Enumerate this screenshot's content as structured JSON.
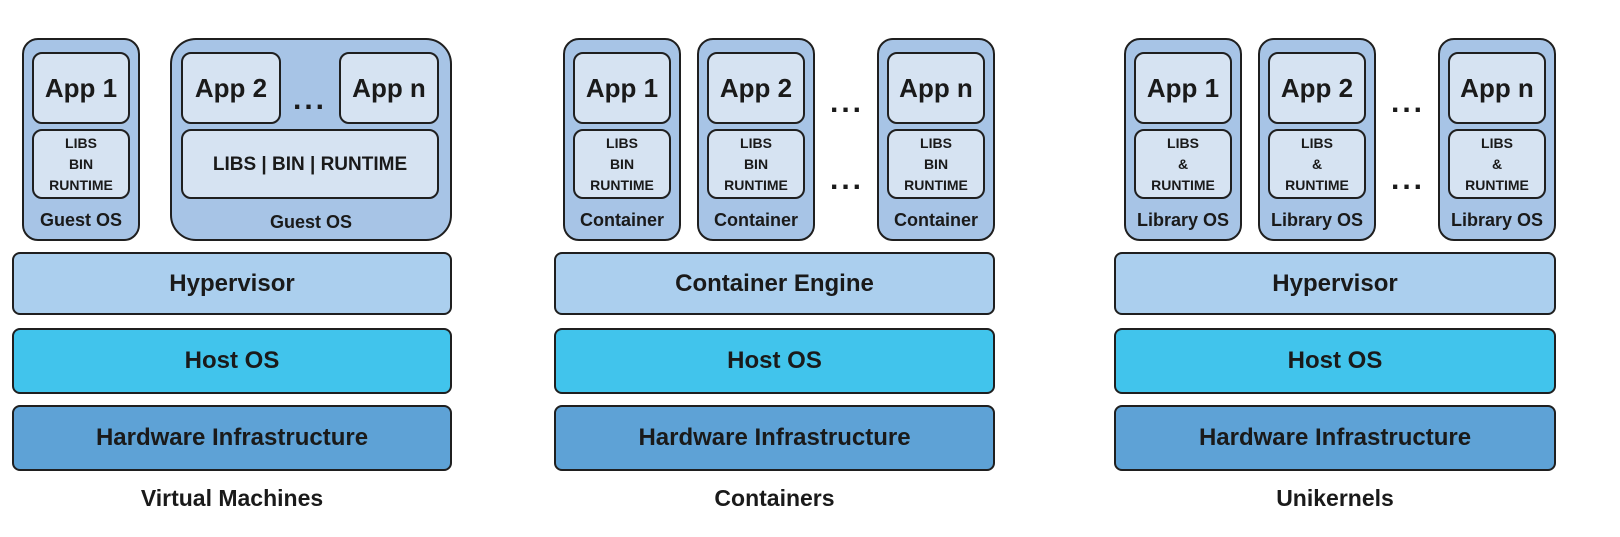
{
  "vm": {
    "app1": "App 1",
    "app2": "App 2",
    "appn": "App n",
    "libs1": "LIBS\nBIN\nRUNTIME",
    "libs_wide": "LIBS | BIN | RUNTIME",
    "guest1": "Guest OS",
    "guest2": "Guest OS",
    "dots": "...",
    "hypervisor": "Hypervisor",
    "host": "Host OS",
    "hardware": "Hardware Infrastructure",
    "caption": "Virtual Machines"
  },
  "ct": {
    "app1": "App 1",
    "app2": "App 2",
    "appn": "App n",
    "libs": "LIBS\nBIN\nRUNTIME",
    "container": "Container",
    "dots": "...",
    "engine": "Container Engine",
    "host": "Host OS",
    "hardware": "Hardware Infrastructure",
    "caption": "Containers"
  },
  "uk": {
    "app1": "App 1",
    "app2": "App 2",
    "appn": "App n",
    "libs": "LIBS\n&\nRUNTIME",
    "libos": "Library OS",
    "dots": "...",
    "hypervisor": "Hypervisor",
    "host": "Host OS",
    "hardware": "Hardware Infrastructure",
    "caption": "Unikernels"
  },
  "colors": {
    "app_fill": "#d6e3f2",
    "outer_fill": "#a7c4e6",
    "hypervisor_fill": "#abcfee",
    "host_fill": "#41c4ec",
    "hardware_fill": "#5ea2d6",
    "stroke": "#1f1f1f"
  }
}
